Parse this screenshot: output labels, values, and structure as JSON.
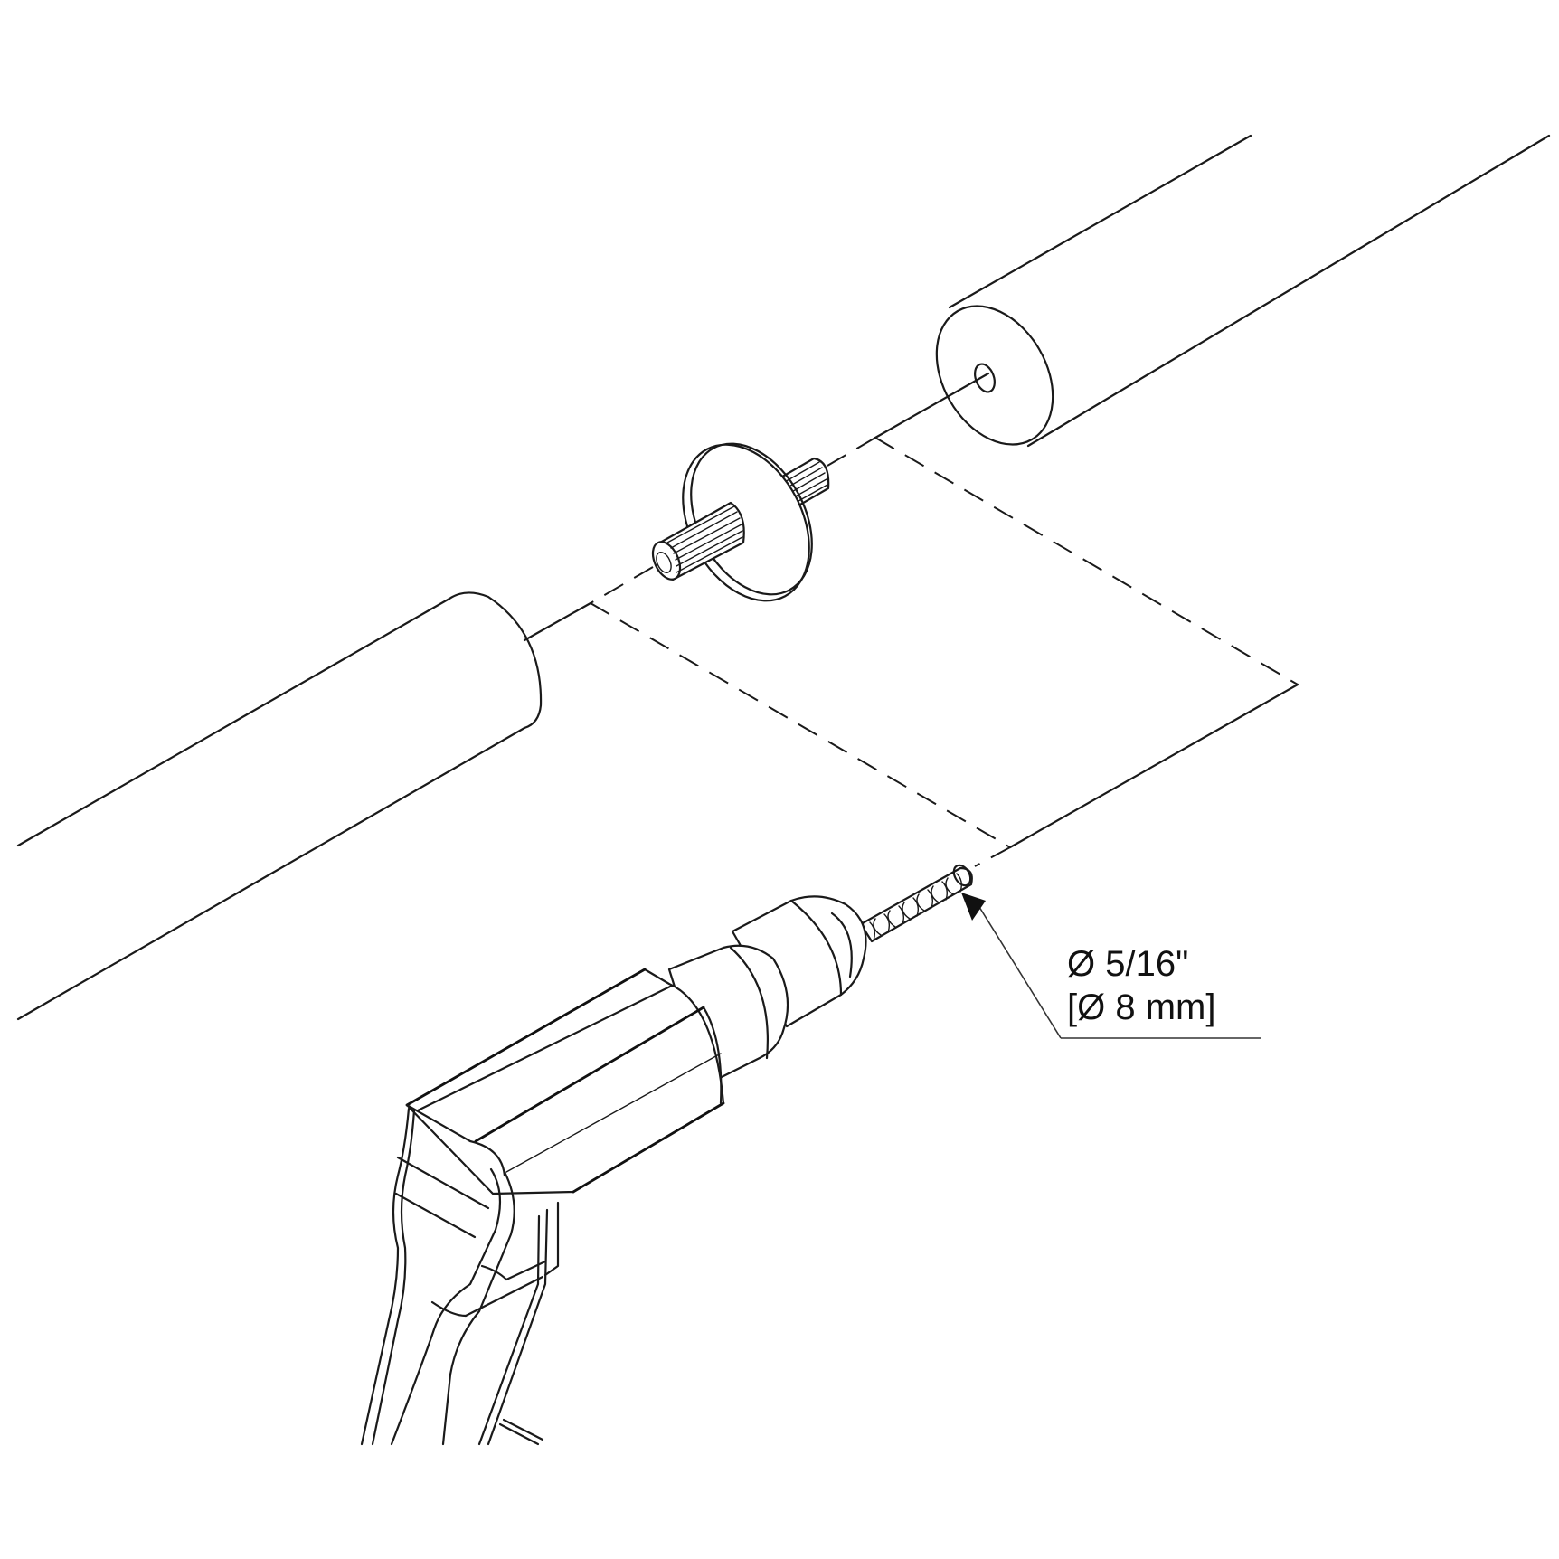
{
  "diagram": {
    "kind": "exploded assembly instruction illustration",
    "components": [
      {
        "id": "upper-rail-tube",
        "description": "right/upper cylindrical rail end with pilot hole"
      },
      {
        "id": "splined-dowel-connector",
        "description": "double-ended splined dowel with center flange"
      },
      {
        "id": "lower-rail-tube",
        "description": "left/lower cylindrical rail end"
      },
      {
        "id": "power-drill",
        "description": "hand drill with twist bit"
      }
    ],
    "callout": {
      "line1": "Ø 5/16\"",
      "line2": "[Ø 8 mm]",
      "target": "drill bit"
    },
    "colors": {
      "line": "#1a1a1a",
      "background": "#ffffff"
    }
  }
}
